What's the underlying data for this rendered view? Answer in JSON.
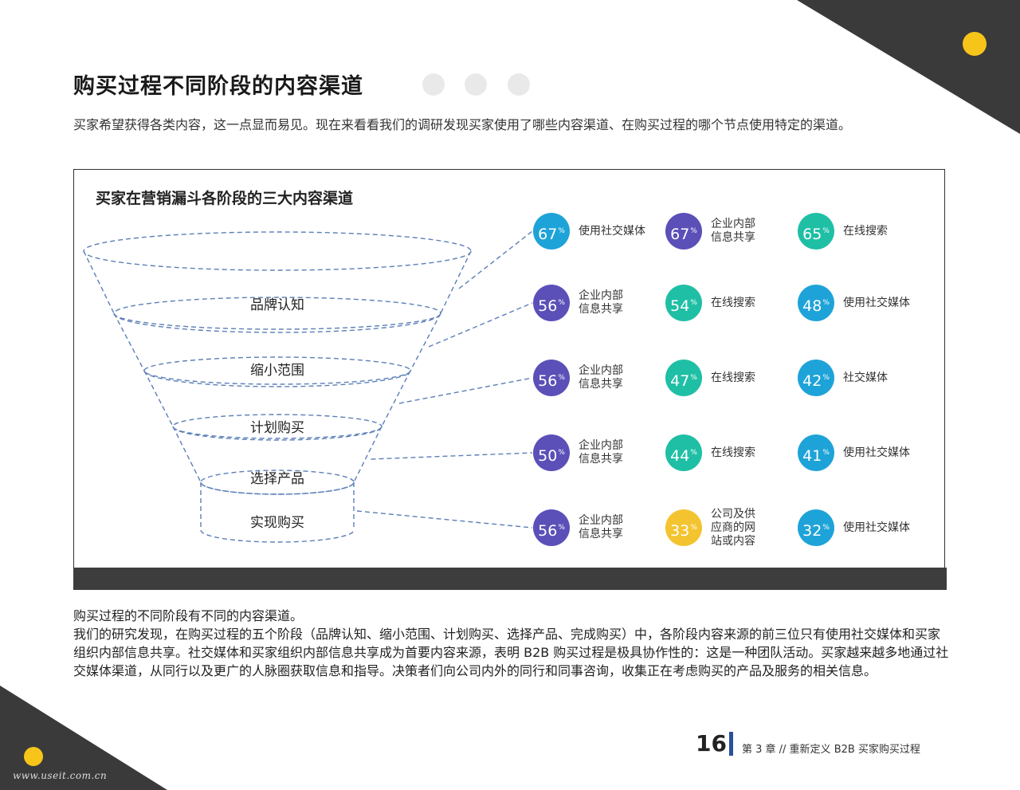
{
  "page_title": "购买过程不同阶段的内容渠道",
  "intro": "买家希望获得各类内容，这一点显而易见。现在来看看我们的调研发现买家使用了哪些内容渠道、在购买过程的哪个节点使用特定的渠道。",
  "chart_title": "买家在营销漏斗各阶段的三大内容渠道",
  "colors": {
    "blue": "#1ea3d8",
    "purple": "#5b4fb8",
    "teal": "#1fbfa5",
    "yellow": "#f4c430",
    "corner_dark": "#3a3a3a",
    "accent_yellow": "#f7c51a",
    "page_bar": "#2d4f9a"
  },
  "chart_data": {
    "type": "table",
    "stages": [
      {
        "name": "品牌认知",
        "channels": [
          {
            "percent": "67",
            "label": "使用社交媒体",
            "color": "blue"
          },
          {
            "percent": "67",
            "label": "企业内部\n信息共享",
            "color": "purple"
          },
          {
            "percent": "65",
            "label": "在线搜索",
            "color": "teal"
          }
        ]
      },
      {
        "name": "缩小范围",
        "channels": [
          {
            "percent": "56",
            "label": "企业内部\n信息共享",
            "color": "purple"
          },
          {
            "percent": "54",
            "label": "在线搜索",
            "color": "teal"
          },
          {
            "percent": "48",
            "label": "使用社交媒体",
            "color": "blue"
          }
        ]
      },
      {
        "name": "计划购买",
        "channels": [
          {
            "percent": "56",
            "label": "企业内部\n信息共享",
            "color": "purple"
          },
          {
            "percent": "47",
            "label": "在线搜索",
            "color": "teal"
          },
          {
            "percent": "42",
            "label": "社交媒体",
            "color": "blue"
          }
        ]
      },
      {
        "name": "选择产品",
        "channels": [
          {
            "percent": "50",
            "label": "企业内部\n信息共享",
            "color": "purple"
          },
          {
            "percent": "44",
            "label": "在线搜索",
            "color": "teal"
          },
          {
            "percent": "41",
            "label": "使用社交媒体",
            "color": "blue"
          }
        ]
      },
      {
        "name": "实现购买",
        "channels": [
          {
            "percent": "56",
            "label": "企业内部\n信息共享",
            "color": "purple"
          },
          {
            "percent": "33",
            "label": "公司及供\n应商的网\n站或内容",
            "color": "yellow"
          },
          {
            "percent": "32",
            "label": "使用社交媒体",
            "color": "blue"
          }
        ]
      }
    ],
    "percent_suffix": "%"
  },
  "body_text": [
    "购买过程的不同阶段有不同的内容渠道。",
    "我们的研究发现，在购买过程的五个阶段（品牌认知、缩小范围、计划购买、选择产品、完成购买）中，各阶段内容来源的前三位只有使用社交媒体和买家组织内部信息共享。社交媒体和买家组织内部信息共享成为首要内容来源，表明 B2B 购买过程是极具协作性的：这是一种团队活动。买家越来越多地通过社交媒体渠道，从同行以及更广的人脉圈获取信息和指导。决策者们向公司内外的同行和同事咨询，收集正在考虑购买的产品及服务的相关信息。"
  ],
  "footer": {
    "page_number": "16",
    "chapter": "第 3 章 // 重新定义 B2B 买家购买过程",
    "url": "www.useit.com.cn"
  }
}
